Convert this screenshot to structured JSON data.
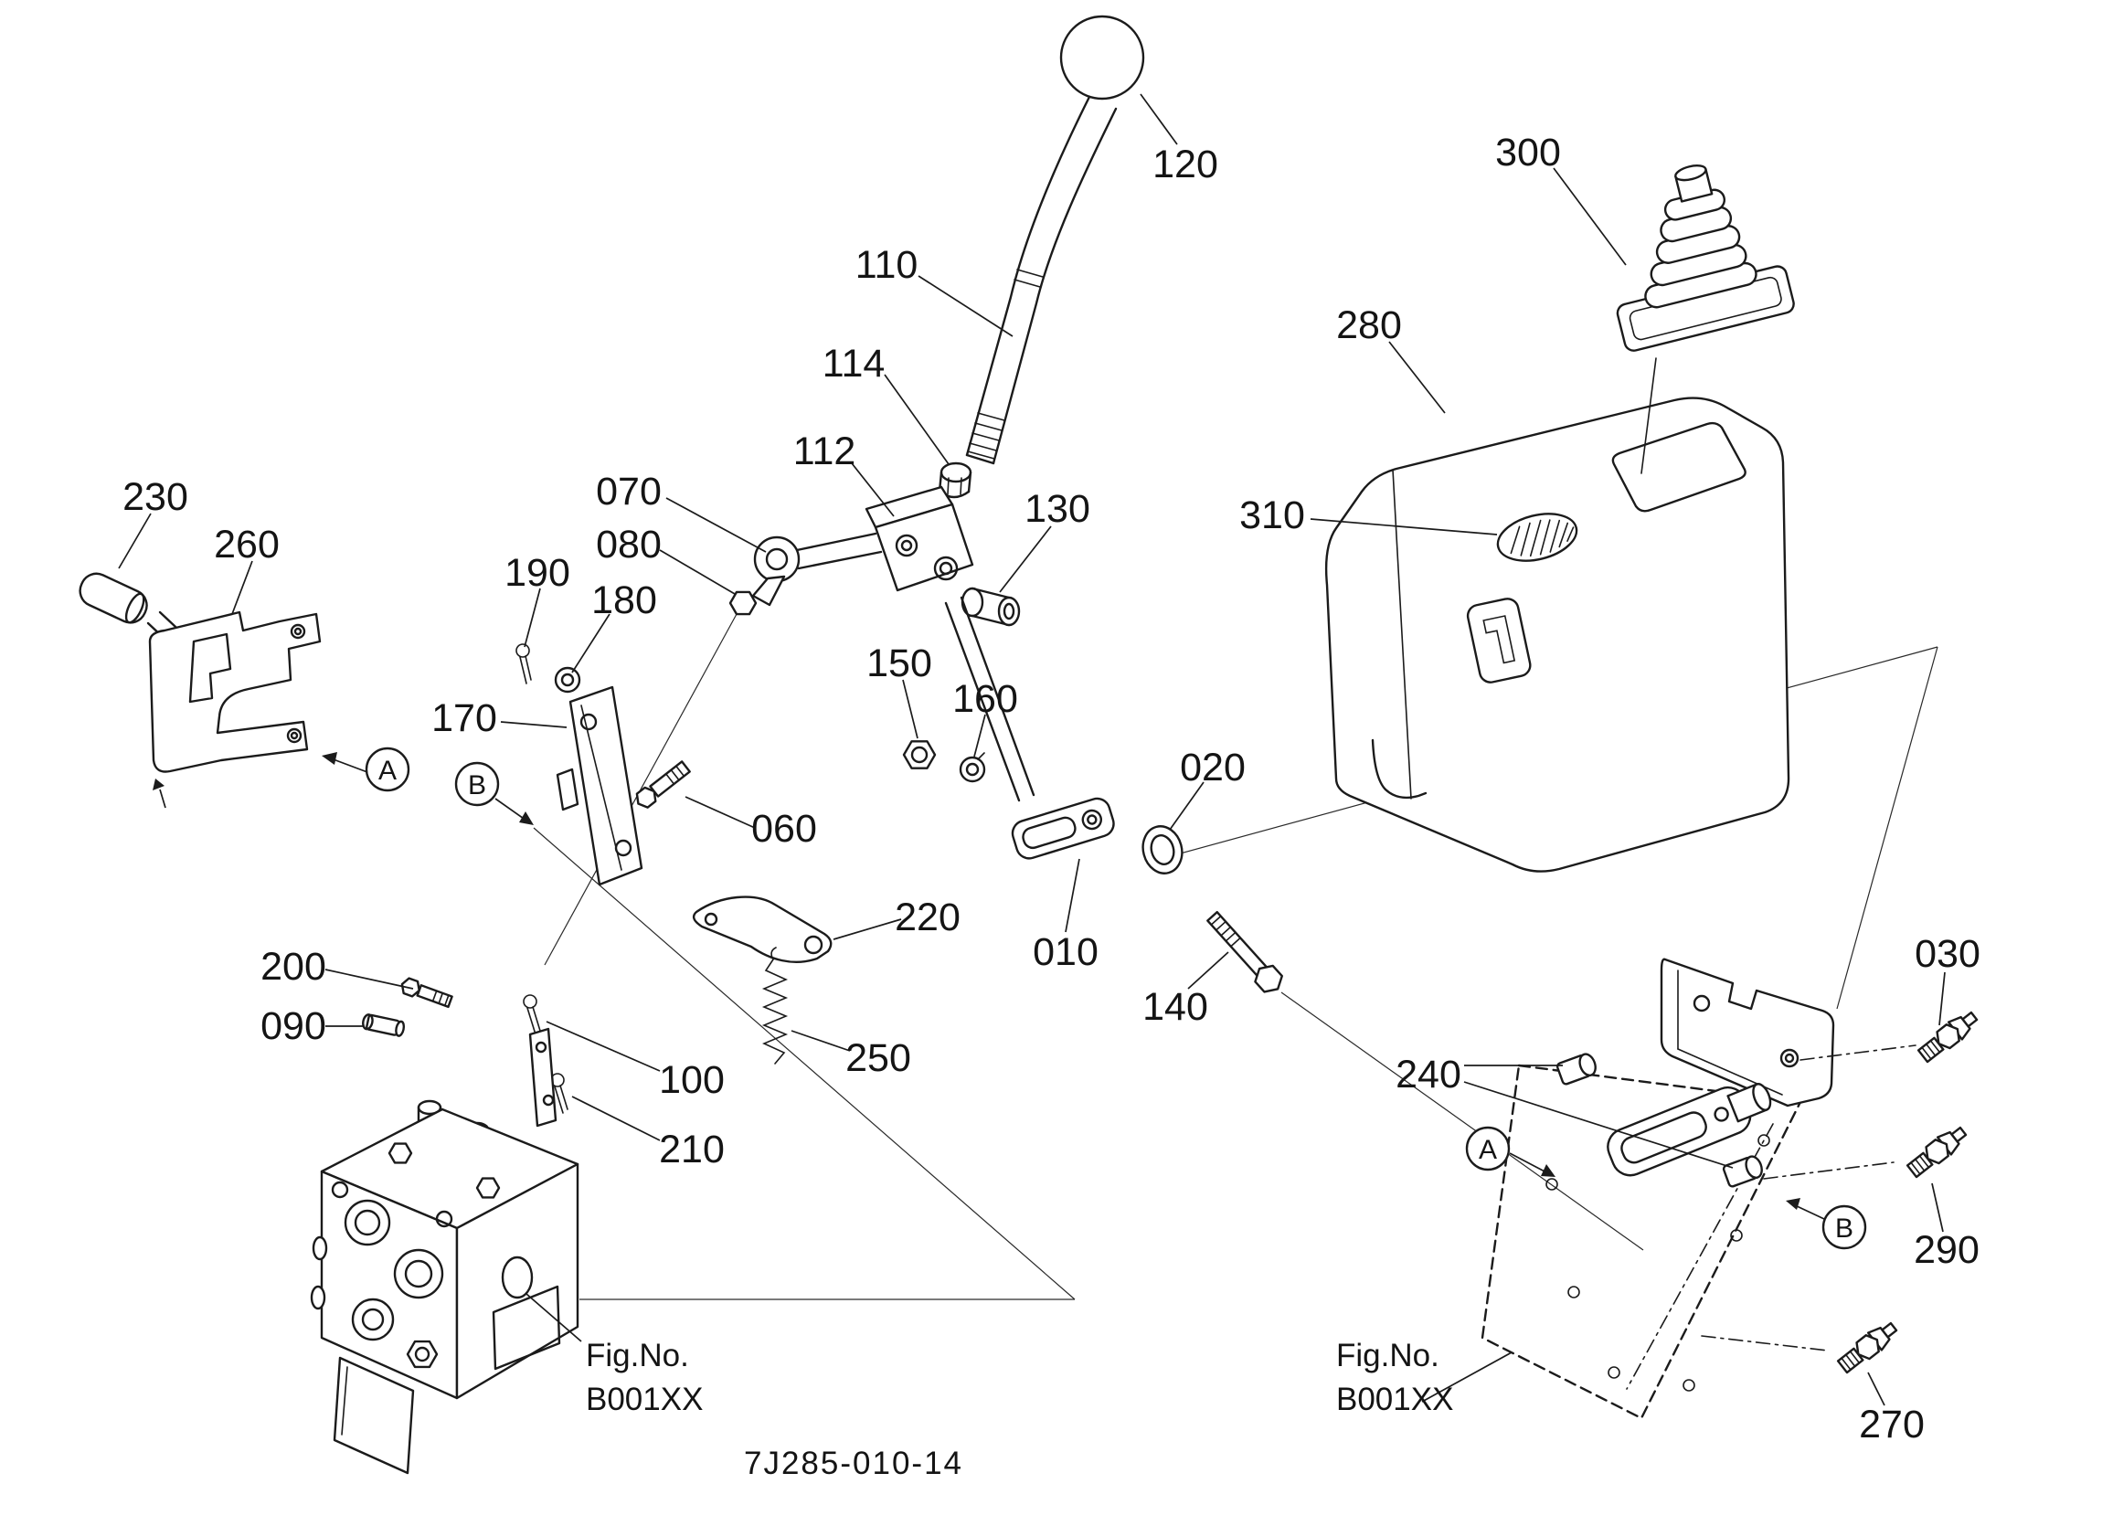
{
  "figure": {
    "code": "7J285-010-14"
  },
  "fig_ref": {
    "line1": "Fig.No.",
    "line2": "B001XX"
  },
  "balloons": {
    "a": "A",
    "b": "B"
  },
  "callouts": {
    "c010": "010",
    "c020": "020",
    "c030": "030",
    "c060": "060",
    "c070": "070",
    "c080": "080",
    "c090": "090",
    "c100": "100",
    "c110": "110",
    "c112": "112",
    "c114": "114",
    "c120": "120",
    "c130": "130",
    "c140": "140",
    "c150": "150",
    "c160": "160",
    "c170": "170",
    "c180": "180",
    "c190": "190",
    "c200": "200",
    "c210": "210",
    "c220": "220",
    "c230": "230",
    "c240": "240",
    "c250": "250",
    "c260": "260",
    "c270": "270",
    "c280": "280",
    "c290": "290",
    "c300": "300",
    "c310": "310"
  },
  "colors": {
    "line": "#1b1b1b",
    "background": "#ffffff"
  }
}
